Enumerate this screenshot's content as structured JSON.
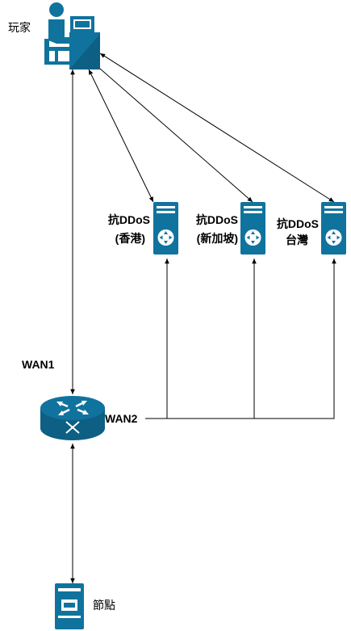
{
  "colors": {
    "icon_dark": "#10739E",
    "icon_light": "#FFFFFF",
    "line": "#000000"
  },
  "player": {
    "label": "玩家",
    "icon": "user-at-computer-icon"
  },
  "servers": [
    {
      "line1": "抗DDoS",
      "line2": "(香港)",
      "icon": "server-icon"
    },
    {
      "line1": "抗DDoS",
      "line2": "(新加坡)",
      "icon": "server-icon"
    },
    {
      "line1": "抗DDoS",
      "line2": "台灣",
      "icon": "server-icon"
    }
  ],
  "router": {
    "icon": "router-icon",
    "wan1_label": "WAN1",
    "wan2_label": "WAN2"
  },
  "node": {
    "label": "節點",
    "icon": "node-server-icon"
  }
}
